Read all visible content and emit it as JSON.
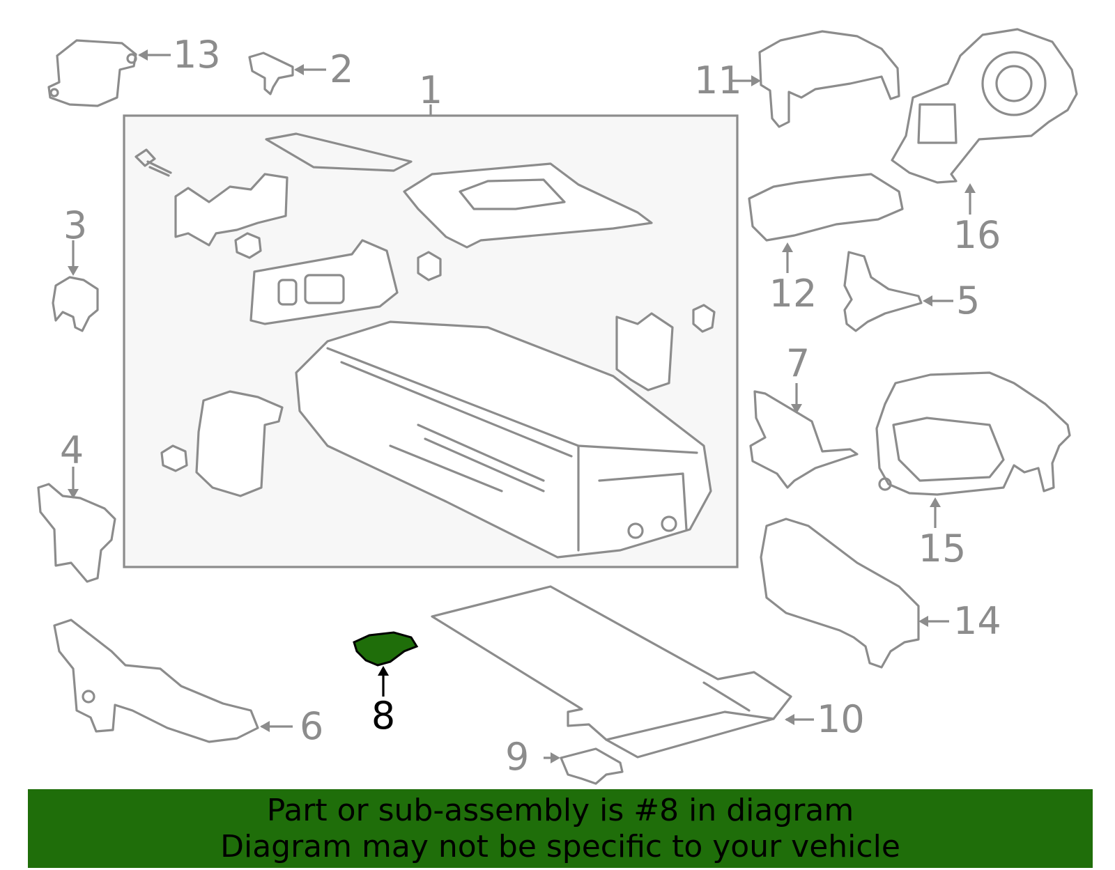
{
  "diagram": {
    "callouts": [
      "1",
      "2",
      "3",
      "4",
      "5",
      "6",
      "7",
      "8",
      "9",
      "10",
      "11",
      "12",
      "13",
      "14",
      "15",
      "16"
    ],
    "highlighted_part": "8"
  },
  "banner": {
    "line1": "Part or sub-assembly is #8 in diagram",
    "line2": "Diagram may not be specific to your vehicle"
  },
  "colors": {
    "highlight": "#1f6e0a",
    "banner_bg": "#1f6e0a",
    "line_art": "#8c8c8c",
    "box_bg": "#f7f7f7"
  }
}
